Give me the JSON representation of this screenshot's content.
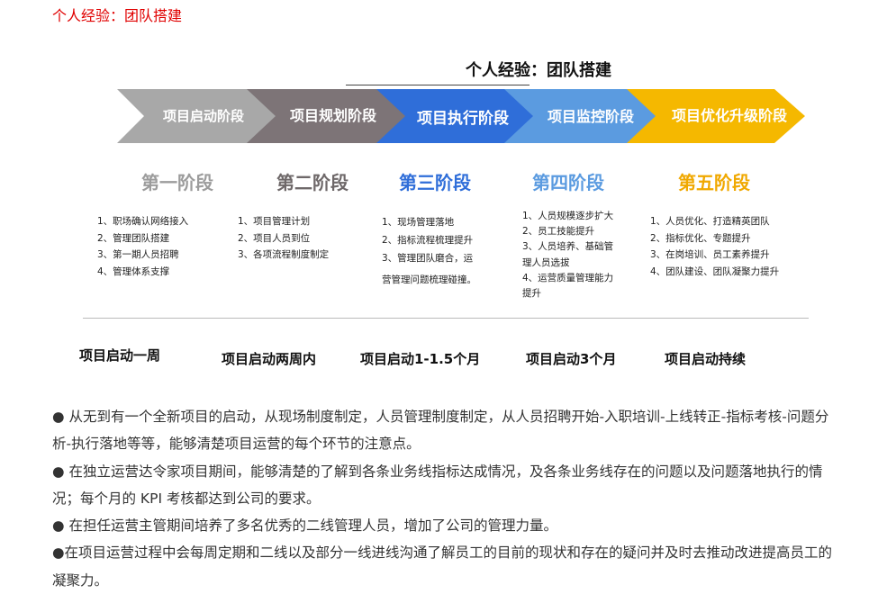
{
  "heading": "个人经验：团队搭建",
  "diagram": {
    "title": "个人经验：团队搭建",
    "colors": [
      "#a8a8a8",
      "#7d7477",
      "#2f6ed9",
      "#5b9be0",
      "#f5b800"
    ],
    "phases": [
      {
        "arrow_label": "项目启动阶段",
        "stage_label": "第一阶段",
        "stage_color": "#9c9c9c",
        "items": [
          "1、职场确认网络接入",
          "2、管理团队搭建",
          "3、第一期人员招聘",
          "4、管理体系支撑"
        ],
        "period": "项目启动一周"
      },
      {
        "arrow_label": "项目规划阶段",
        "stage_label": "第二阶段",
        "stage_color": "#6e6869",
        "items": [
          "1、项目管理计划",
          "2、项目人员到位",
          "3、各项流程制度制定"
        ],
        "period": "项目启动两周内"
      },
      {
        "arrow_label": "项目执行阶段",
        "stage_label": "第三阶段",
        "stage_color": "#2f6ed9",
        "items": [
          "1、现场管理落地",
          "2、指标流程梳理提升",
          "3、管理团队磨合，运",
          "营管理问题梳理碰撞。"
        ],
        "period": "项目启动1-1.5个月"
      },
      {
        "arrow_label": "项目监控阶段",
        "stage_label": "第四阶段",
        "stage_color": "#5b9be0",
        "items": [
          "1、人员规模逐步扩大",
          "2、员工技能提升",
          "3、人员培养、基础管",
          "理人员选拔",
          "4、运营质量管理能力",
          "提升"
        ],
        "period": "项目启动3个月"
      },
      {
        "arrow_label": "项目优化升级阶段",
        "stage_label": "第五阶段",
        "stage_color": "#f0a800",
        "items": [
          "1、人员优化、打造精英团队",
          "2、指标优化、专题提升",
          "3、在岗培训、员工素养提升",
          "4、团队建设、团队凝聚力提升"
        ],
        "period": "项目启动持续"
      }
    ]
  },
  "bullets": [
    "● 从无到有一个全新项目的启动，从现场制度制定，人员管理制度制定，从人员招聘开始-入职培训-上线转正-指标考核-问题分析-执行落地等等，能够清楚项目运营的每个环节的注意点。",
    "● 在独立运营达令家项目期间，能够清楚的了解到各条业务线指标达成情况，及各条业务线存在的问题以及问题落地执行的情况；每个月的 KPI 考核都达到公司的要求。",
    "● 在担任运营主管期间培养了多名优秀的二线管理人员，增加了公司的管理力量。",
    "●在项目运营过程中会每周定期和二线以及部分一线进线沟通了解员工的目前的现状和存在的疑问并及时去推动改进提高员工的凝聚力。"
  ]
}
